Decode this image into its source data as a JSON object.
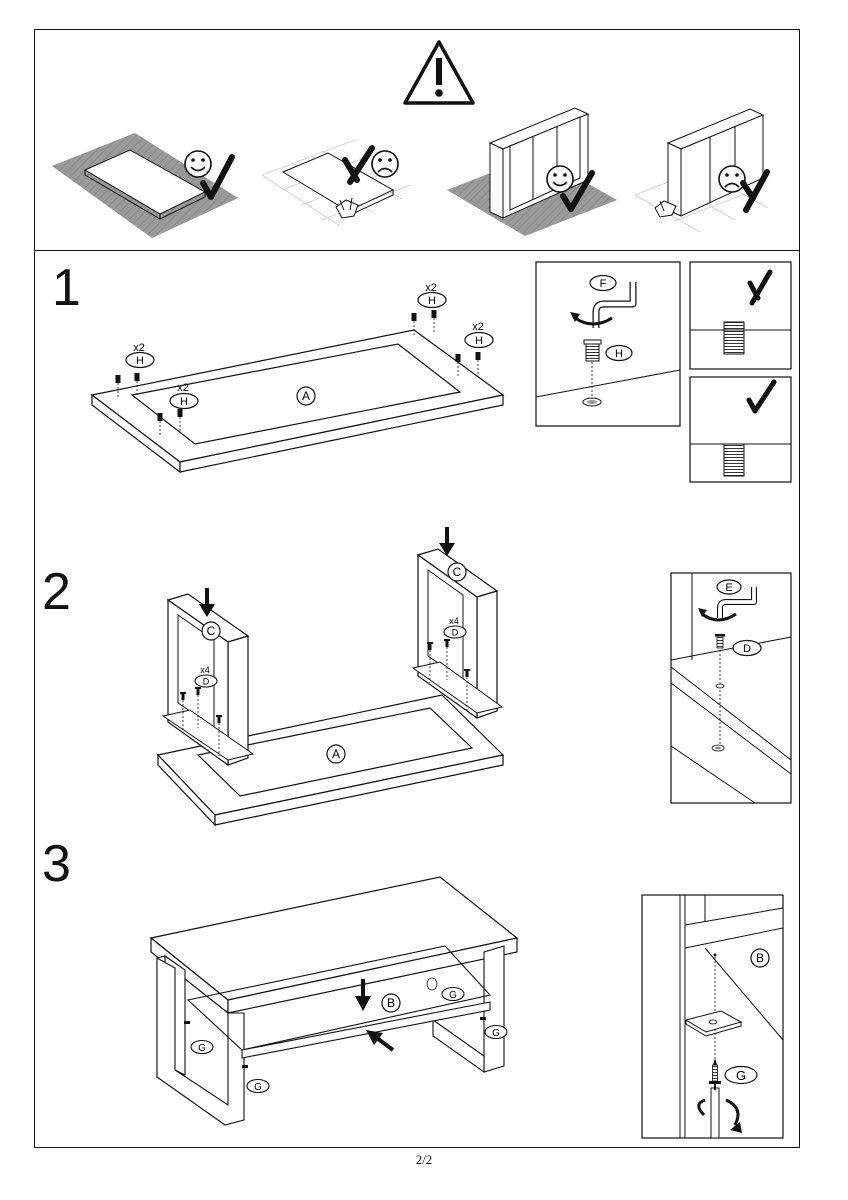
{
  "steps": [
    {
      "number": "1"
    },
    {
      "number": "2"
    },
    {
      "number": "3"
    }
  ],
  "parts": {
    "A": "A",
    "B": "B",
    "C": "C",
    "D": "D",
    "E": "E",
    "F": "F",
    "G": "G",
    "H": "H"
  },
  "quantities": {
    "x2": "x2",
    "x4": "x4"
  },
  "page": {
    "number": "2/2"
  },
  "colors": {
    "line": "#111111",
    "rug": "#9a9a9a",
    "background": "#ffffff"
  }
}
